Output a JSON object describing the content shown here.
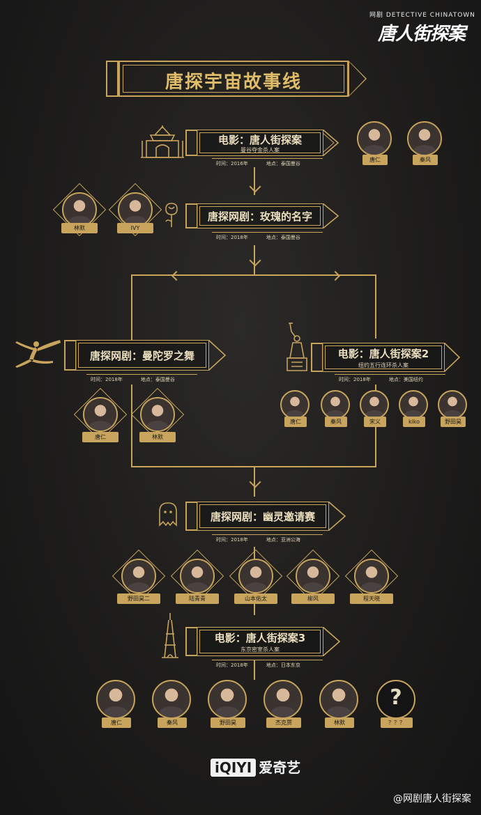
{
  "header": {
    "logo_small": "网剧 DETECTIVE CHINATOWN",
    "logo_main": "唐人街探案",
    "title": "唐探宇宙故事线"
  },
  "nodes": {
    "film1": {
      "label": "电影：唐人街探案",
      "subtitle": "曼谷夺金杀人案",
      "time": "时间：2016年",
      "place": "地点：泰国曼谷"
    },
    "web1": {
      "label": "唐探网剧：玫瑰的名字",
      "time": "时间：2018年",
      "place": "地点：泰国曼谷"
    },
    "web2": {
      "label": "唐探网剧：曼陀罗之舞",
      "time": "时间：2018年",
      "place": "地点：泰国曼谷"
    },
    "film2": {
      "label": "电影：唐人街探案2",
      "subtitle": "纽约五行连环杀人案",
      "time": "时间：2018年",
      "place": "地点：美国纽约"
    },
    "web3": {
      "label": "唐探网剧：幽灵邀请赛",
      "time": "时间：2018年",
      "place": "地点：亚洲公海"
    },
    "film3": {
      "label": "电影：唐人街探案3",
      "subtitle": "东京密室杀人案",
      "time": "时间：2018年",
      "place": "地点：日本东京"
    }
  },
  "characters": {
    "film1": [
      "唐仁",
      "秦风"
    ],
    "web1": [
      "林默",
      "IVY"
    ],
    "web2": [
      "唐仁",
      "林默"
    ],
    "film2": [
      "唐仁",
      "秦风",
      "宋义",
      "kiko",
      "野田昊"
    ],
    "web3": [
      "野田昊二",
      "陆青青",
      "山本佑太",
      "柳风",
      "程天晓"
    ],
    "film3": [
      "唐仁",
      "秦风",
      "野田昊",
      "杰克贾",
      "林默",
      "？？？"
    ]
  },
  "unknown_mark": "?",
  "footer": {
    "brand_box": "iQIYI",
    "brand_text": "爱奇艺",
    "weibo": "@网剧唐人街探案"
  },
  "colors": {
    "gold": "#c9a45c",
    "background": "#1c1b1a"
  }
}
